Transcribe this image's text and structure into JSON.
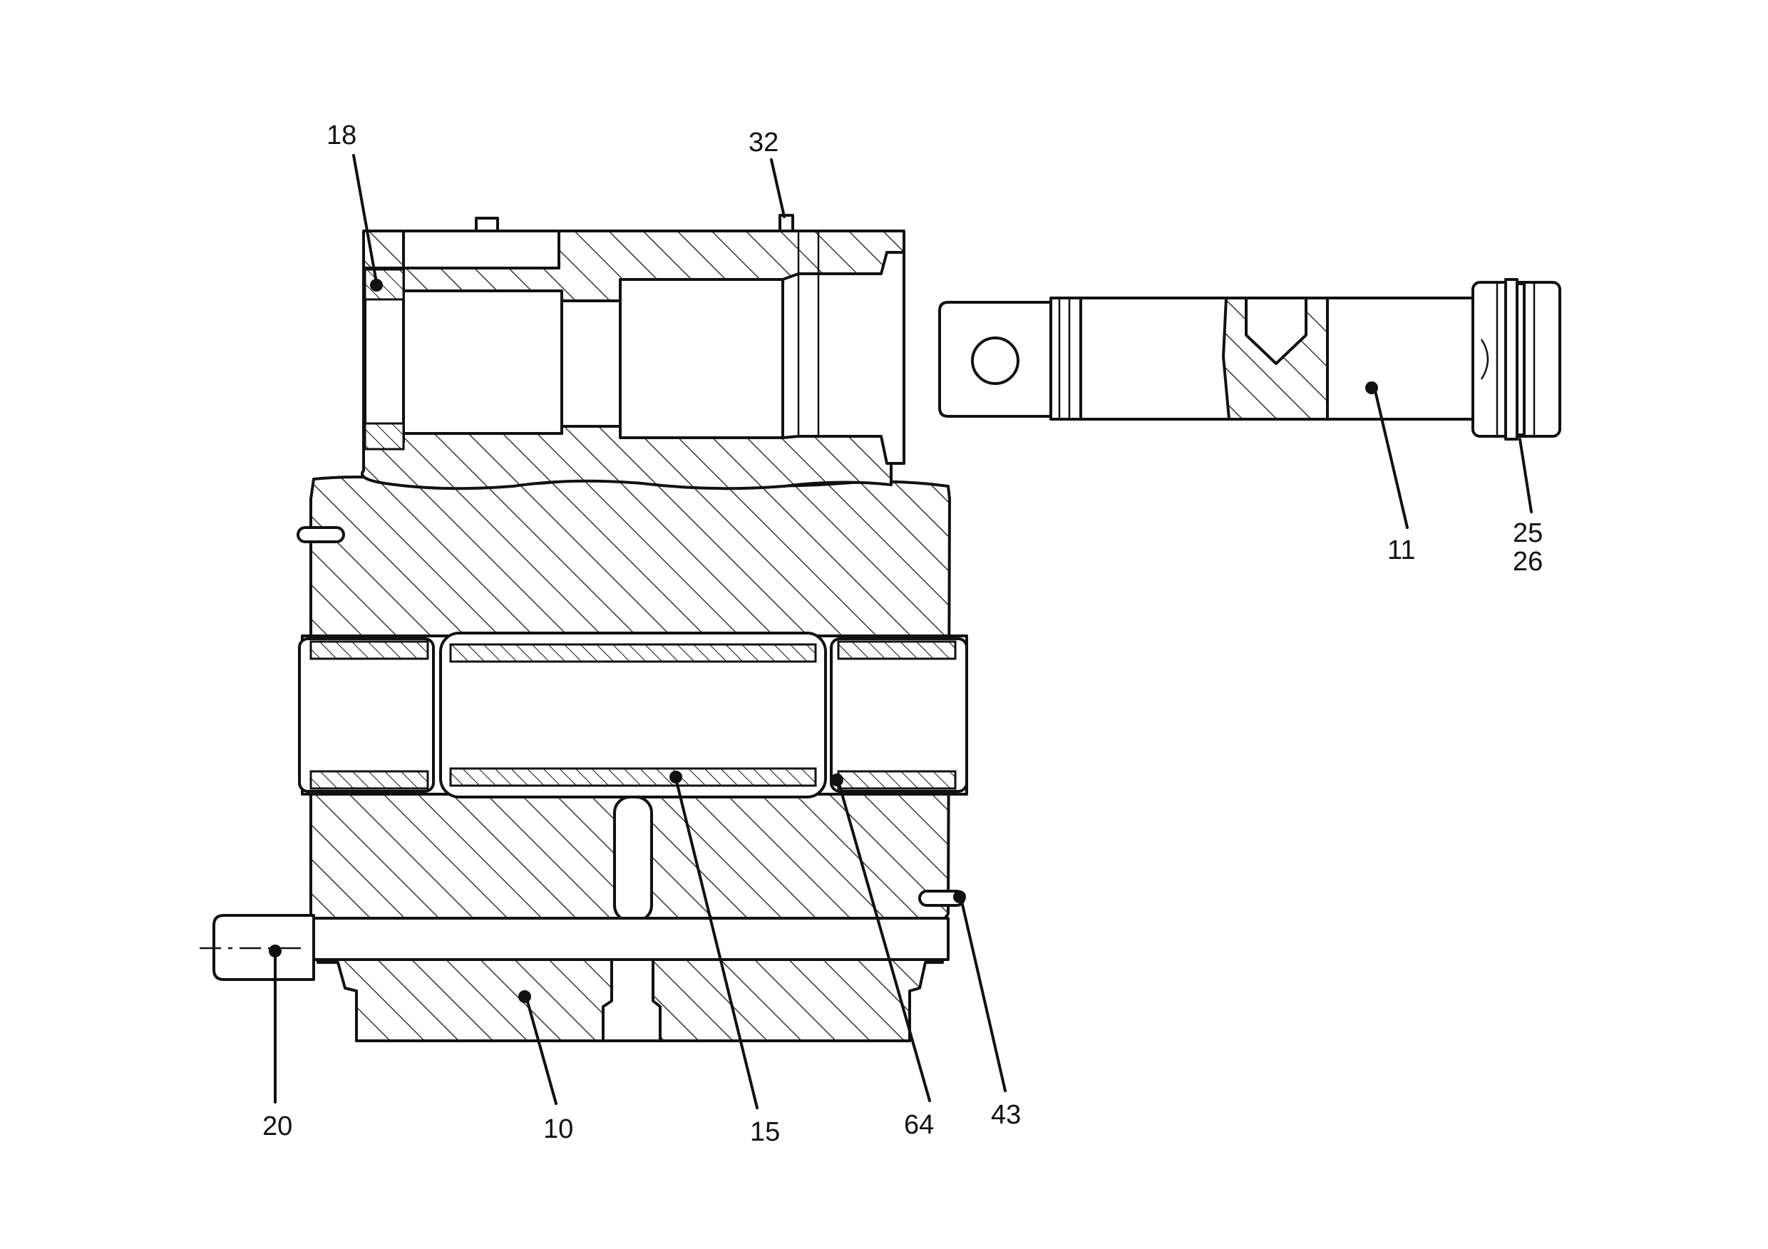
{
  "callouts": [
    {
      "id": "18",
      "text": "18"
    },
    {
      "id": "32",
      "text": "32"
    },
    {
      "id": "25",
      "text": "25"
    },
    {
      "id": "26",
      "text": "26"
    },
    {
      "id": "11",
      "text": "11"
    },
    {
      "id": "20",
      "text": "20"
    },
    {
      "id": "10",
      "text": "10"
    },
    {
      "id": "15",
      "text": "15"
    },
    {
      "id": "64",
      "text": "64"
    },
    {
      "id": "43",
      "text": "43"
    }
  ]
}
